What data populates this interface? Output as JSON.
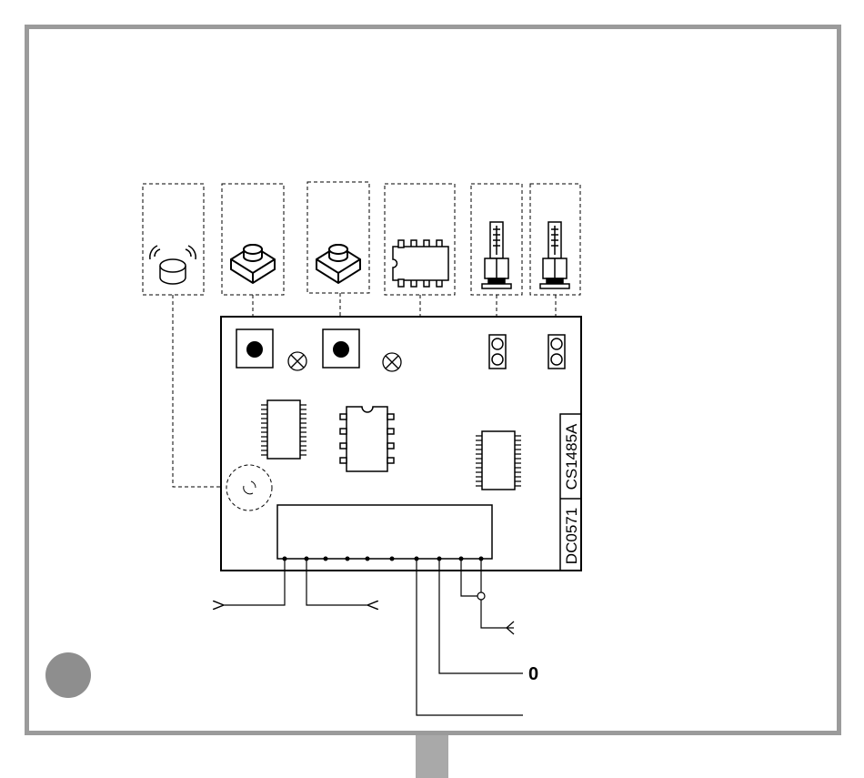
{
  "board": {
    "model_code": "CS1485A",
    "part_code": "DC0571"
  },
  "terminal_labels": {
    "zero": "0"
  }
}
